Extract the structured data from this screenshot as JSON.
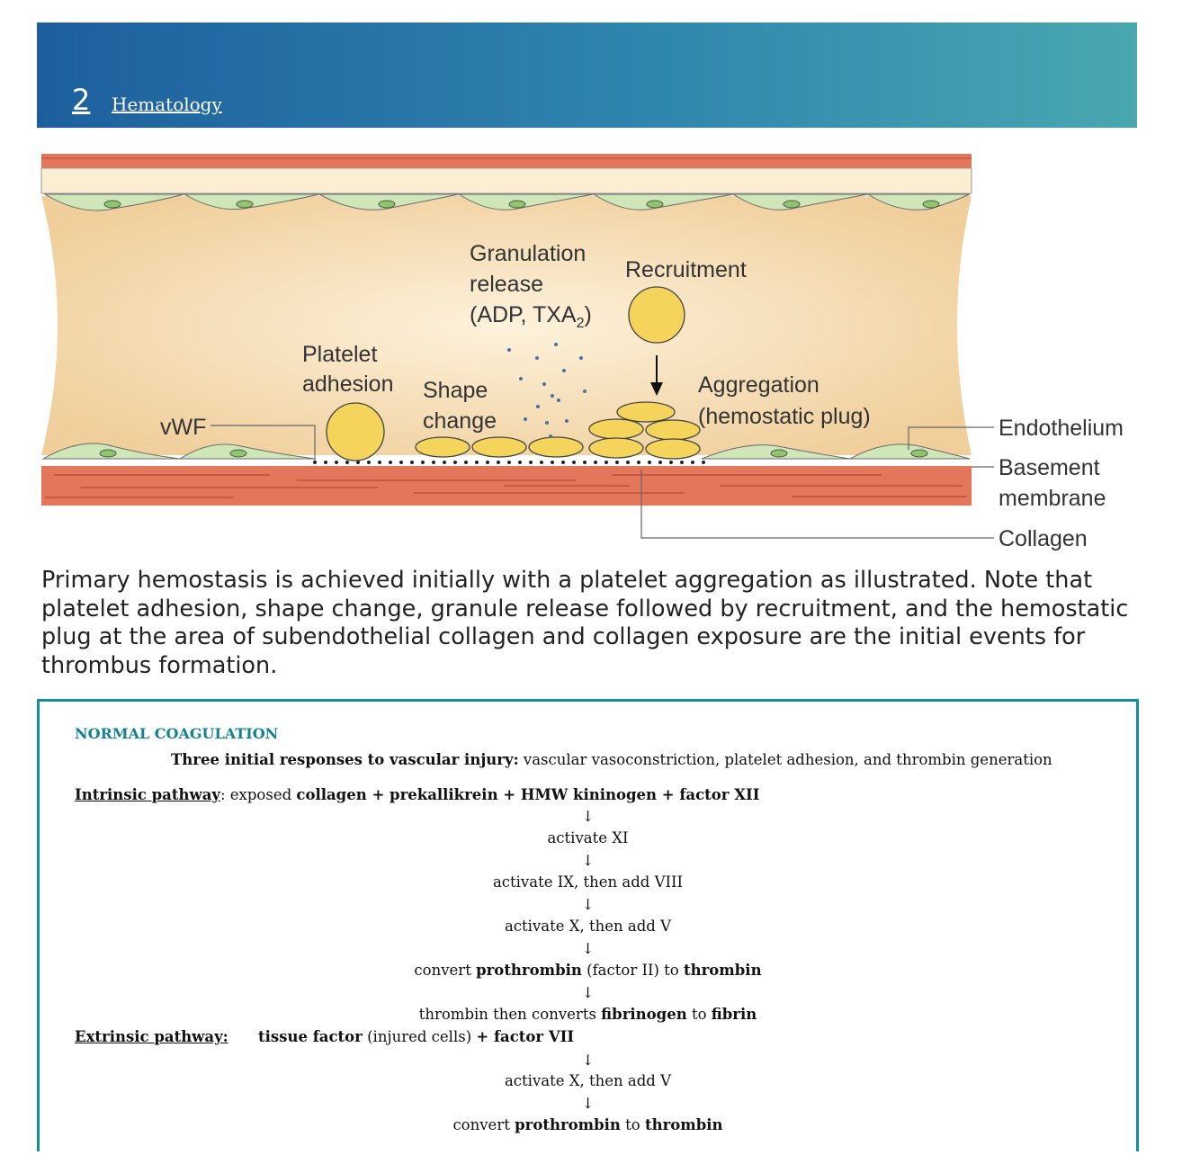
{
  "header": {
    "chapter_number": "2",
    "chapter_title": "Hematology",
    "colors": {
      "start": "#1d5f9e",
      "end": "#49a7b0"
    }
  },
  "figure": {
    "labels": {
      "vwf": "vWF",
      "platelet_adhesion_1": "Platelet",
      "platelet_adhesion_2": "adhesion",
      "shape_change_1": "Shape",
      "shape_change_2": "change",
      "granulation_1": "Granulation",
      "granulation_2": "release",
      "granulation_3a": "(ADP, TXA",
      "granulation_3sub": "2",
      "granulation_3b": ")",
      "recruitment": "Recruitment",
      "aggregation_1": "Aggregation",
      "aggregation_2": "(hemostatic plug)",
      "endothelium": "Endothelium",
      "basement_1": "Basement",
      "basement_2": "membrane",
      "collagen": "Collagen"
    }
  },
  "caption": "Primary hemostasis is achieved initially with a platelet aggregation as illustrated. Note that platelet adhesion, shape change, granule release followed by recruitment, and the hemostatic plug at the area of subendothelial collagen and collagen exposure are the initial events for thrombus formation.",
  "box": {
    "title": "NORMAL COAGULATION",
    "responses_bold": "Three initial responses to vascular injury:",
    "responses_rest": " vascular vasoconstriction, platelet adhesion, and thrombin generation",
    "intrinsic_label": "Intrinsic pathway",
    "intrinsic_colon": ": exposed ",
    "intrinsic_components": "collagen + prekallikrein + HMW kininogen + factor XII",
    "arrow": "↓",
    "step_xi": "activate XI",
    "step_ix": "activate IX, then add VIII",
    "step_x": "activate X, then add V",
    "step_pro_a": "convert ",
    "step_pro_b": "prothrombin",
    "step_pro_c": " (factor II) to ",
    "step_pro_d": "thrombin",
    "step_fib_a": "thrombin then converts ",
    "step_fib_b": "fibrinogen",
    "step_fib_c": " to ",
    "step_fib_d": "fibrin",
    "extrinsic_label": "Extrinsic pathway:",
    "extrinsic_a": "tissue factor",
    "extrinsic_b": " (injured cells) ",
    "extrinsic_c": "+ factor VII",
    "ext_step_x": "activate X, then add V",
    "ext_step_pro_a": "convert ",
    "ext_step_pro_b": "prothrombin",
    "ext_step_pro_c": " to ",
    "ext_step_pro_d": "thrombin"
  }
}
